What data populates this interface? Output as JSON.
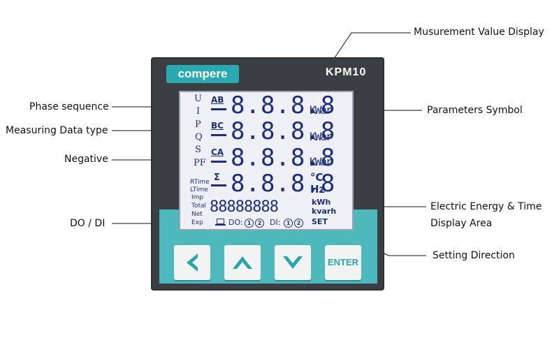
{
  "device": {
    "brand": "compere",
    "model": "KPM10",
    "enter_label": "ENTER"
  },
  "callouts": {
    "measurement_display": "Musurement Value Display",
    "phase_sequence": "Phase sequence",
    "parameters_symbol": "Parameters Symbol",
    "measuring_data_type": "Measuring Data type",
    "negative": "Negative",
    "energy_time_line1": "Electric Energy & Time",
    "energy_time_line2": "Display Area",
    "do_di": "DO / DI",
    "setting_direction": "Setting Direction"
  },
  "lcd": {
    "types": [
      "U",
      "I",
      "P",
      "Q",
      "S",
      "PF"
    ],
    "phases": [
      "AB",
      "BC",
      "CA",
      "Σ"
    ],
    "digits": [
      "8.8.8.8",
      "8.8.8.8",
      "8.8.8.8",
      "8.8.8.8"
    ],
    "units_row": [
      "KWar",
      "KWar",
      "KWar"
    ],
    "unit_c": "°C",
    "unit_hz": "Hz",
    "energy_digits": "88888888",
    "energy_labels": [
      "RTime",
      "LTime",
      "Imp",
      "Total",
      "Net",
      "Exp"
    ],
    "unit_kwh": "kWh",
    "unit_kvarh": "kvarh",
    "do_label": "DO:",
    "di_label": "DI:",
    "io_1": "1",
    "io_2": "2",
    "set_label": "SET"
  },
  "colors": {
    "panel": "#3b3f44",
    "accent": "#29a9b0",
    "lcd": "#eef0f6",
    "segment": "#1e2f7a"
  }
}
